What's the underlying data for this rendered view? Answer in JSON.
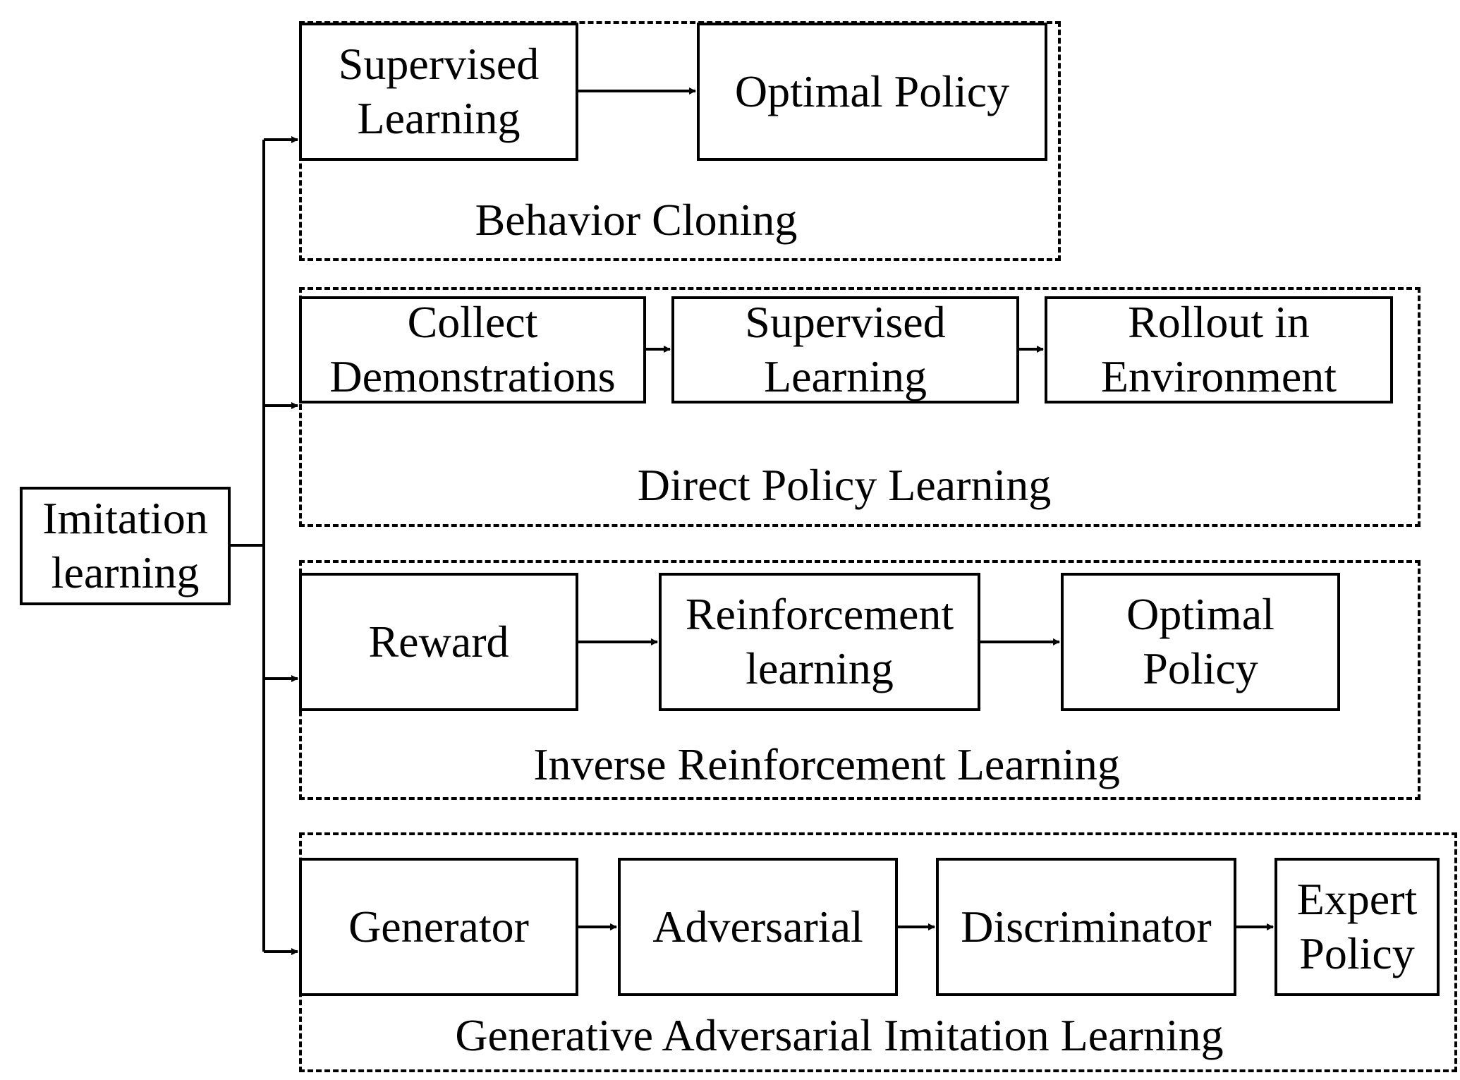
{
  "root": {
    "label": "Imitation\nlearning"
  },
  "groups": [
    {
      "label": "Behavior Cloning",
      "steps": [
        "Supervised\nLearning",
        "Optimal Policy"
      ]
    },
    {
      "label": "Direct Policy Learning",
      "steps": [
        "Collect\nDemonstrations",
        "Supervised\nLearning",
        "Rollout in\nEnvironment"
      ]
    },
    {
      "label": "Inverse Reinforcement Learning",
      "steps": [
        "Reward",
        "Reinforcement\nlearning",
        "Optimal\nPolicy"
      ]
    },
    {
      "label": "Generative Adversarial Imitation Learning",
      "steps": [
        "Generator",
        "Adversarial",
        "Discriminator",
        "Expert\nPolicy"
      ]
    }
  ]
}
